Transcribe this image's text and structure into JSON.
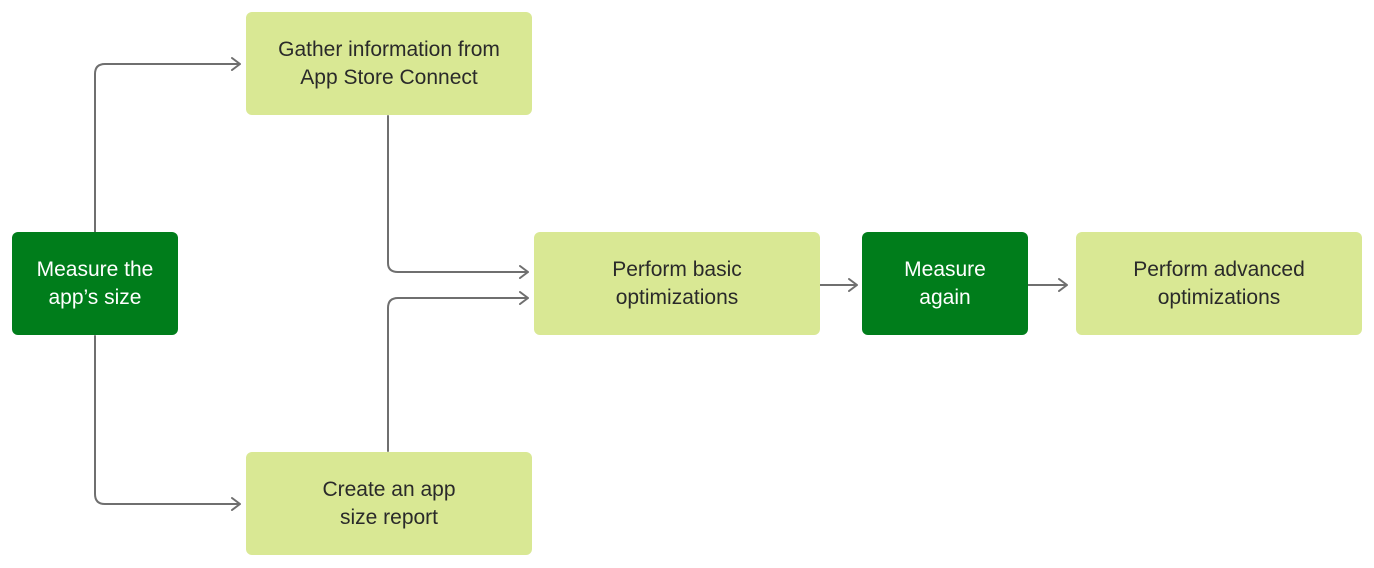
{
  "nodes": {
    "measure_size": {
      "lines": [
        "Measure the",
        "app’s size"
      ],
      "style": "dark"
    },
    "gather_info": {
      "lines": [
        "Gather information from",
        "App Store Connect"
      ],
      "style": "light"
    },
    "size_report": {
      "lines": [
        "Create an app",
        "size report"
      ],
      "style": "light"
    },
    "basic_optimizations": {
      "lines": [
        "Perform basic",
        "optimizations"
      ],
      "style": "light"
    },
    "measure_again": {
      "lines": [
        "Measure",
        "again"
      ],
      "style": "dark"
    },
    "advanced_optimizations": {
      "lines": [
        "Perform advanced",
        "optimizations"
      ],
      "style": "light"
    }
  },
  "edges": [
    {
      "from": "measure_size",
      "to": "gather_info"
    },
    {
      "from": "measure_size",
      "to": "size_report"
    },
    {
      "from": "gather_info",
      "to": "basic_optimizations"
    },
    {
      "from": "size_report",
      "to": "basic_optimizations"
    },
    {
      "from": "basic_optimizations",
      "to": "measure_again"
    },
    {
      "from": "measure_again",
      "to": "advanced_optimizations"
    }
  ],
  "colors": {
    "dark_node": "#007d1b",
    "light_node": "#d9e894",
    "connector": "#6f6f6f",
    "dark_text": "#ffffff",
    "light_text": "#2a2a2a"
  }
}
